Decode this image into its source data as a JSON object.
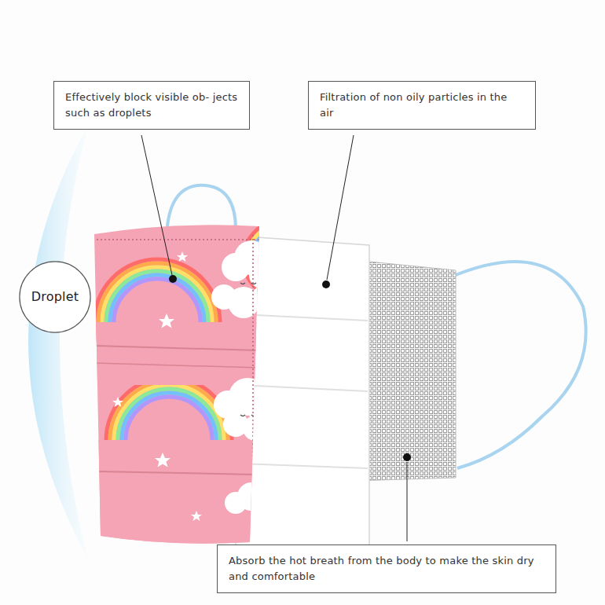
{
  "diagram": {
    "nodes": [
      {
        "text": [
          "Effectively block visible ob- jects such as droplets"
        ]
      },
      {
        "text": [
          "Filtration of non oily particles in the air"
        ]
      },
      {
        "text": [
          "Droplet"
        ]
      },
      {
        "text": [
          "Absorb the hot breath from the body to make the skin dry and comfortable"
        ]
      }
    ]
  }
}
